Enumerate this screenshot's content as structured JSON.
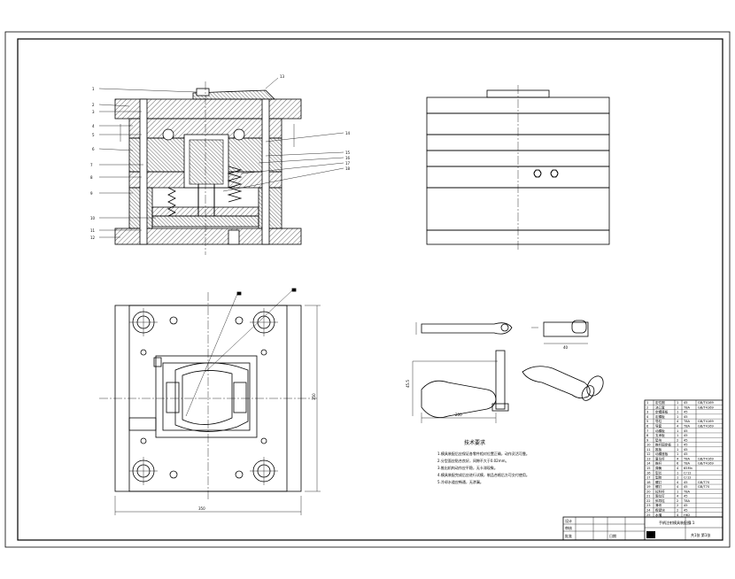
{
  "drawing": {
    "views": [
      "mold-section-view",
      "mold-side-view",
      "mold-plan-view",
      "part-detail-view"
    ],
    "dimensions": {
      "plan_width": "350",
      "plan_height": "350",
      "part_length": "200",
      "part_height": "45.5",
      "handle_width": "40"
    },
    "notes": {
      "title": "技术要求",
      "lines": [
        "1.模具装配后应保证各零件相对位置正确，动作灵活可靠。",
        "2.分型面应贴合良好，间隙不大于0.02mm。",
        "3.推出机构动作应平稳，无卡滞现象。",
        "4.模具装配完成后应进行试模，制品合格后方可交付使用。",
        "5.冷却水道应畅通，无渗漏。"
      ]
    },
    "bom": {
      "rows": [
        [
          "1",
          "定位圈",
          "1",
          "45",
          "GB/T4169"
        ],
        [
          "2",
          "浇口套",
          "1",
          "T8A",
          "GB/T4169"
        ],
        [
          "3",
          "定模座板",
          "1",
          "45",
          ""
        ],
        [
          "4",
          "定模板",
          "1",
          "45",
          ""
        ],
        [
          "5",
          "导柱",
          "4",
          "T8A",
          "GB/T4169"
        ],
        [
          "6",
          "导套",
          "4",
          "T8A",
          "GB/T4169"
        ],
        [
          "7",
          "动模板",
          "1",
          "45",
          ""
        ],
        [
          "8",
          "支承板",
          "1",
          "45",
          ""
        ],
        [
          "9",
          "垫块",
          "2",
          "45",
          ""
        ],
        [
          "10",
          "推杆固定板",
          "1",
          "45",
          ""
        ],
        [
          "11",
          "推板",
          "1",
          "45",
          ""
        ],
        [
          "12",
          "动模座板",
          "1",
          "45",
          ""
        ],
        [
          "13",
          "复位杆",
          "4",
          "T8A",
          "GB/T4169"
        ],
        [
          "14",
          "推杆",
          "6",
          "T8A",
          "GB/T4169"
        ],
        [
          "15",
          "弹簧",
          "4",
          "65Mn",
          ""
        ],
        [
          "16",
          "型芯",
          "1",
          "Cr12",
          ""
        ],
        [
          "17",
          "型腔",
          "1",
          "Cr12",
          ""
        ],
        [
          "18",
          "螺钉",
          "4",
          "45",
          "GB/T70"
        ],
        [
          "19",
          "螺钉",
          "4",
          "45",
          "GB/T70"
        ],
        [
          "20",
          "拉料杆",
          "1",
          "T8A",
          ""
        ],
        [
          "21",
          "限位钉",
          "4",
          "45",
          ""
        ],
        [
          "22",
          "斜导柱",
          "2",
          "T8A",
          ""
        ],
        [
          "23",
          "滑块",
          "2",
          "45",
          ""
        ],
        [
          "24",
          "楔紧块",
          "2",
          "45",
          ""
        ],
        [
          "25",
          "水嘴",
          "4",
          "H62",
          ""
        ]
      ]
    },
    "title_block": {
      "drawing_name": "手柄注射模具装配图",
      "scale": "1:1",
      "sheet": "共1张 第1张",
      "designer": "设计",
      "checker": "审核",
      "approver": "批准",
      "date": "日期"
    },
    "colors": {
      "line": "#000000",
      "hatch": "#000000",
      "background": "#ffffff"
    }
  }
}
